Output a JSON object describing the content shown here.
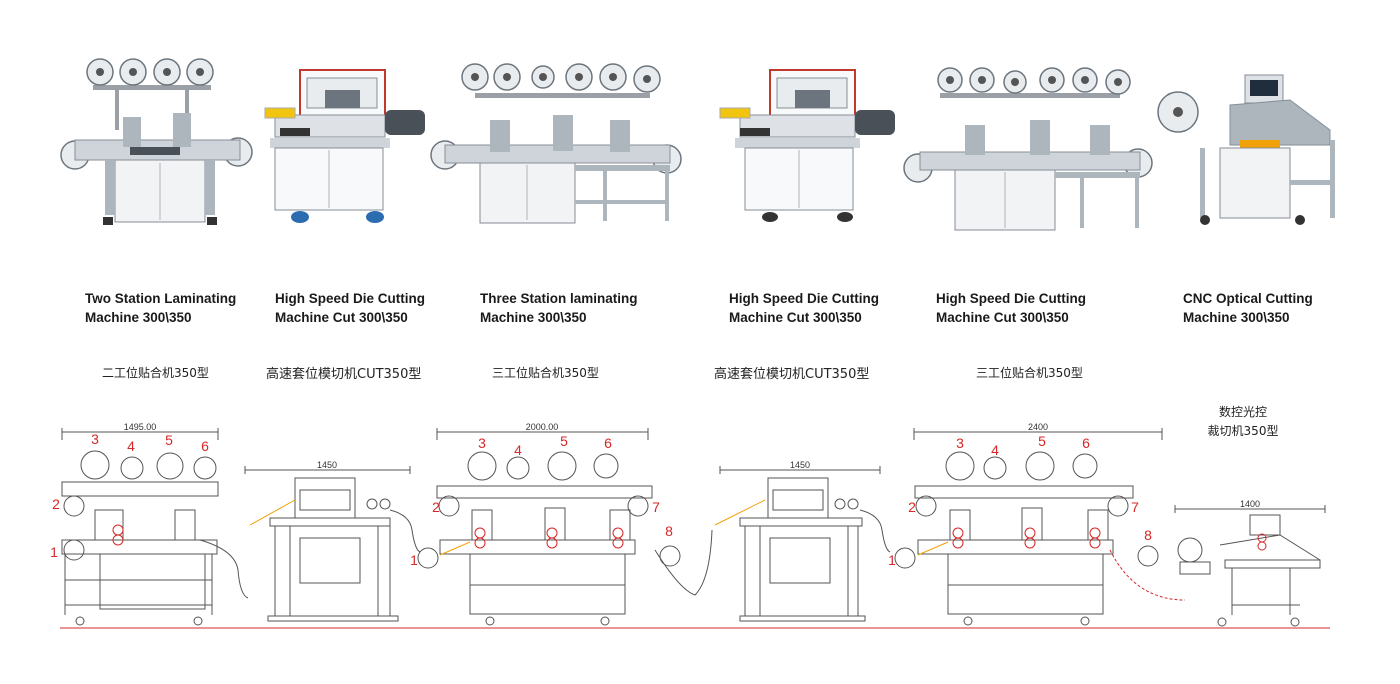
{
  "machines": [
    {
      "title_line1": "Two Station Laminating",
      "title_line2": "Machine 300\\350",
      "chinese": "二工位贴合机350型"
    },
    {
      "title_line1": "High Speed Die Cutting",
      "title_line2": "Machine Cut 300\\350",
      "chinese": "高速套位模切机CUT350型"
    },
    {
      "title_line1": "Three Station laminating",
      "title_line2": "Machine 300\\350",
      "chinese": "三工位贴合机350型"
    },
    {
      "title_line1": "High Speed Die Cutting",
      "title_line2": "Machine Cut 300\\350",
      "chinese": "高速套位模切机CUT350型"
    },
    {
      "title_line1": "High Speed Die Cutting",
      "title_line2": "Machine Cut 300\\350",
      "chinese": "三工位贴合机350型"
    },
    {
      "title_line1": "CNC Optical Cutting",
      "title_line2": "Machine 300\\350",
      "chinese_line1": "数控光控",
      "chinese_line2": "裁切机350型"
    }
  ],
  "drawing": {
    "dimensions": [
      "1495.00",
      "1450",
      "2000.00",
      "1450",
      "2400",
      "1400"
    ],
    "station_numbers": [
      "1",
      "2",
      "3",
      "4",
      "5",
      "6",
      "7",
      "8"
    ],
    "accent_color": "#d62828",
    "line_color": "#555555"
  }
}
